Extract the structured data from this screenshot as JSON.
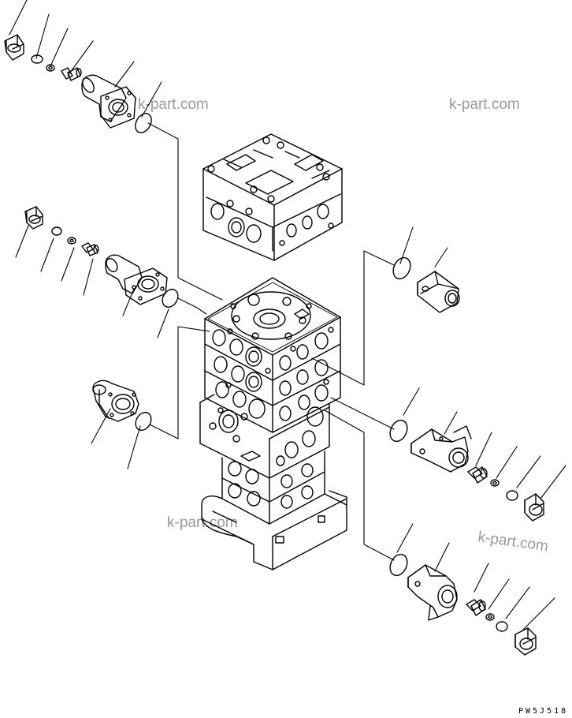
{
  "watermarks": [
    "k-part.com",
    "k-part.com",
    "k-part.com",
    "k-part.com"
  ],
  "drawing_code": "PW5J518"
}
